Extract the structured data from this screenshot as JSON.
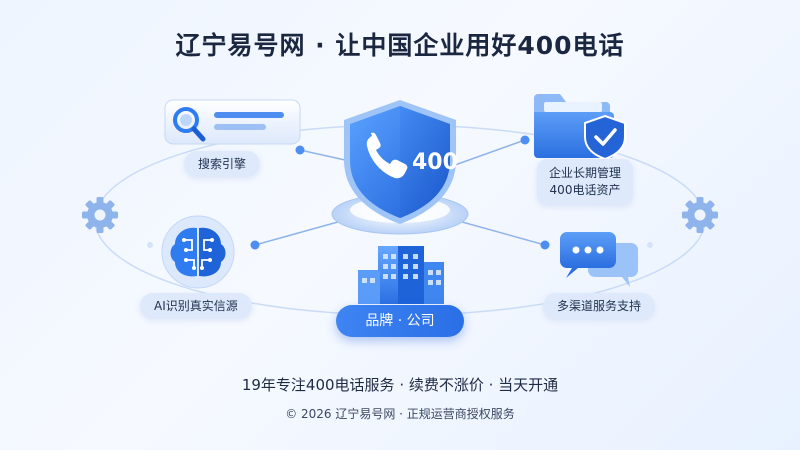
{
  "header": {
    "title": "辽宁易号网 · 让中国企业用好400电话"
  },
  "features": {
    "search": "搜索引擎",
    "enterprise_line1": "企业长期管理",
    "enterprise_line2": "400电话资产",
    "ai": "AI识别真实信源",
    "channels": "多渠道服务支持",
    "brand": "品牌 · 公司"
  },
  "shield": {
    "badge_text": "400"
  },
  "footer": {
    "tagline": "19年专注400电话服务 · 续费不涨价 · 当天开通",
    "copyright": "© 2026 辽宁易号网 · 正规运营商授权服务"
  },
  "colors": {
    "accent_blue": "#2f7bf0",
    "deep_blue": "#1a5fd6",
    "light_blue": "#dfe9fb",
    "text_dark": "#1f2a44"
  },
  "icons": [
    "search-icon",
    "folder-icon",
    "check-shield-icon",
    "gear-icon",
    "brain-icon",
    "chat-icon",
    "building-icon",
    "phone-icon"
  ]
}
